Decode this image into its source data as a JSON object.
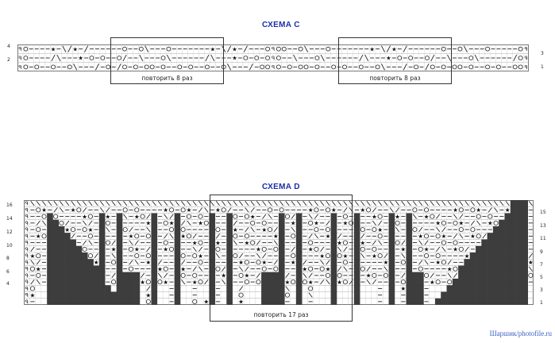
{
  "scheme_c": {
    "title": "СХЕМА С",
    "repeat_label": "повторить 8 раз",
    "left_numbers": [
      "4",
      "2"
    ],
    "right_numbers": [
      "3",
      "1"
    ],
    "rows": 3,
    "cols": 93
  },
  "scheme_d": {
    "title": "СХЕМА D",
    "repeat_label": "повторить 17 раз",
    "left_numbers": [
      "16",
      "14",
      "12",
      "10",
      "8",
      "6",
      "4"
    ],
    "right_numbers": [
      "15",
      "13",
      "11",
      "9",
      "7",
      "5",
      "3",
      "1"
    ],
    "rows": 16,
    "cols": 88
  },
  "symbols": {
    "k2tog": "/",
    "ssk": "\\",
    "yo": "O",
    "star": "★",
    "purl": "—",
    "bind": "ʘ"
  },
  "watermark": "Шаршик/photofile.ru",
  "colors": {
    "title": "#1b2fa8",
    "grid": "#555555",
    "fill": "#3d3d3d",
    "watermark": "#3a63c4"
  }
}
